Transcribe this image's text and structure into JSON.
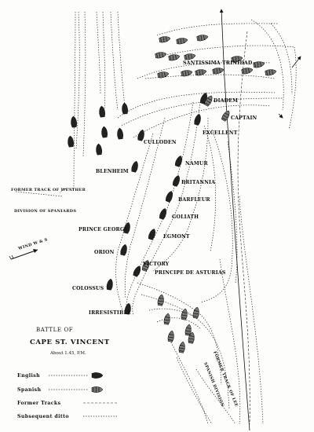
{
  "title": {
    "line1": "BATTLE OF",
    "line2": "CAPE ST. VINCENT",
    "time": "About 1.45, P.M."
  },
  "legend": {
    "english": "English",
    "spanish": "Spanish",
    "former_tracks": "Former Tracks",
    "subsequent": "Subsequent ditto"
  },
  "ships": {
    "santissima_trinidad": "SANTISSIMA TRINIDAD",
    "diadem": "DIADEM",
    "captain": "CAPTAIN",
    "culloden": "CULLODEN",
    "excellent": "EXCELLENT",
    "blenheim": "BLENHEIM",
    "namur": "NAMUR",
    "britannia": "BRITANNIA",
    "barfleur": "BARFLEUR",
    "goliath": "GOLIATH",
    "prince_george": "PRINCE GEORGE",
    "egmont": "EGMONT",
    "orion": "ORION",
    "victory": "VICTORY",
    "principe_asturias": "PRINCIPE DE ASTURIAS",
    "colossus": "COLOSSUS",
    "irresistible": "IRRESISTIBLE"
  },
  "annotations": {
    "former_track_weather": "FORMER TRACK OF WEATHER",
    "division_spaniards": "DIVISION OF SPANIARDS",
    "wind": "WIND W & S",
    "former_track_lee": "FORMER TRACK OF LEE",
    "spanish_division": "SPANISH DIVISION"
  },
  "colors": {
    "ink": "#111111",
    "paper": "#fdfdfb",
    "english_ship": "#222222",
    "spanish_ship": "#777777"
  }
}
